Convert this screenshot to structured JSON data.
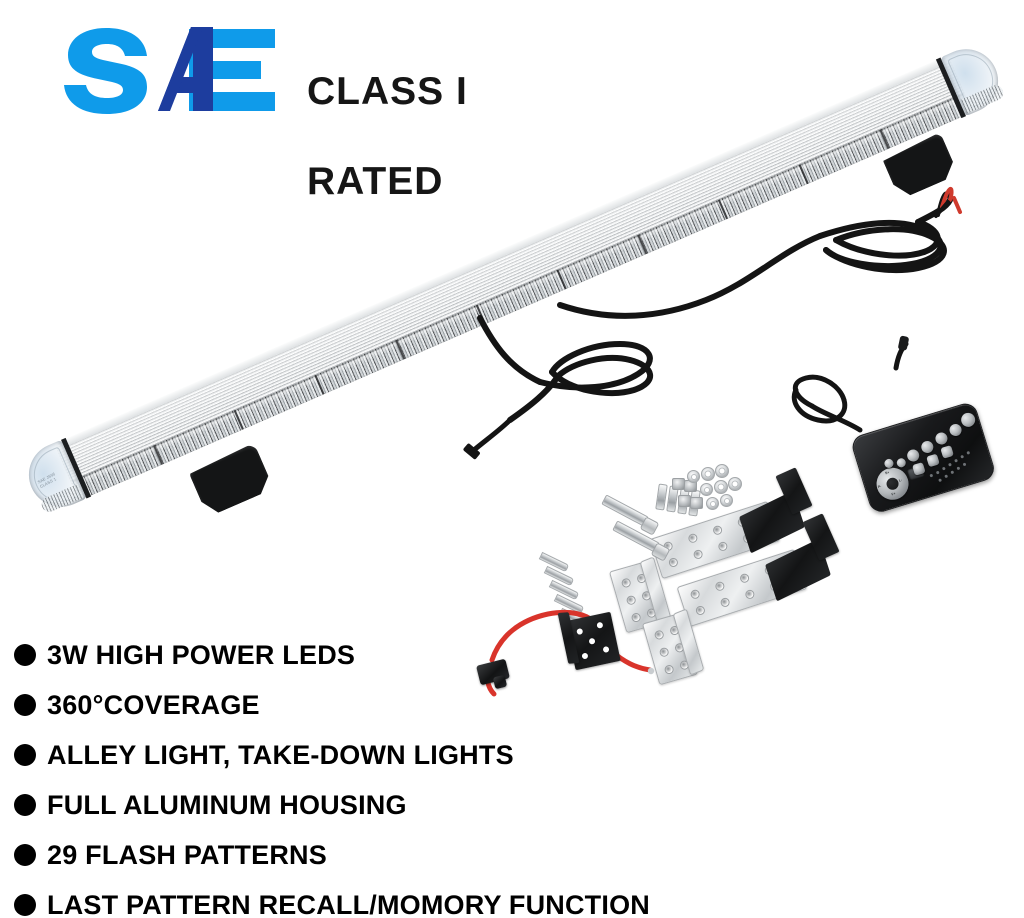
{
  "badge": {
    "logo_name": "SAE",
    "logo_color_light": "#0f9bea",
    "logo_color_dark": "#1d3d9e",
    "line1": "CLASS I",
    "line2": "RATED"
  },
  "product": {
    "name": "LED Emergency Strobe Light Bar",
    "housing_color": "#d9dcde",
    "lens_color": "#c9ced1",
    "endcap_color": "#dce8f1"
  },
  "accessories": {
    "remote_label": "wireless-remote-control",
    "cables": [
      "power-cable-bare-leads",
      "control-cable-connector",
      "remote-receiver-cable"
    ],
    "hardware": [
      "mounting-plate-long-a",
      "mounting-plate-long-b",
      "l-bracket-a",
      "l-bracket-b",
      "black-bracket-with-wires",
      "hex-bolts",
      "self-tapping-screws",
      "nuts",
      "washers",
      "inline-fuse-holder"
    ]
  },
  "features": [
    {
      "text": "3W HIGH POWER LEDS"
    },
    {
      "text": "360°COVERAGE"
    },
    {
      "text": "ALLEY LIGHT, TAKE-DOWN LIGHTS"
    },
    {
      "text": "FULL ALUMINUM HOUSING"
    },
    {
      "text": "29 FLASH PATTERNS"
    },
    {
      "text": "LAST PATTERN RECALL/MOMORY FUNCTION"
    }
  ],
  "colors": {
    "text": "#000000",
    "background": "#ffffff",
    "wire_red": "#d9342b",
    "wire_black": "#141414"
  }
}
